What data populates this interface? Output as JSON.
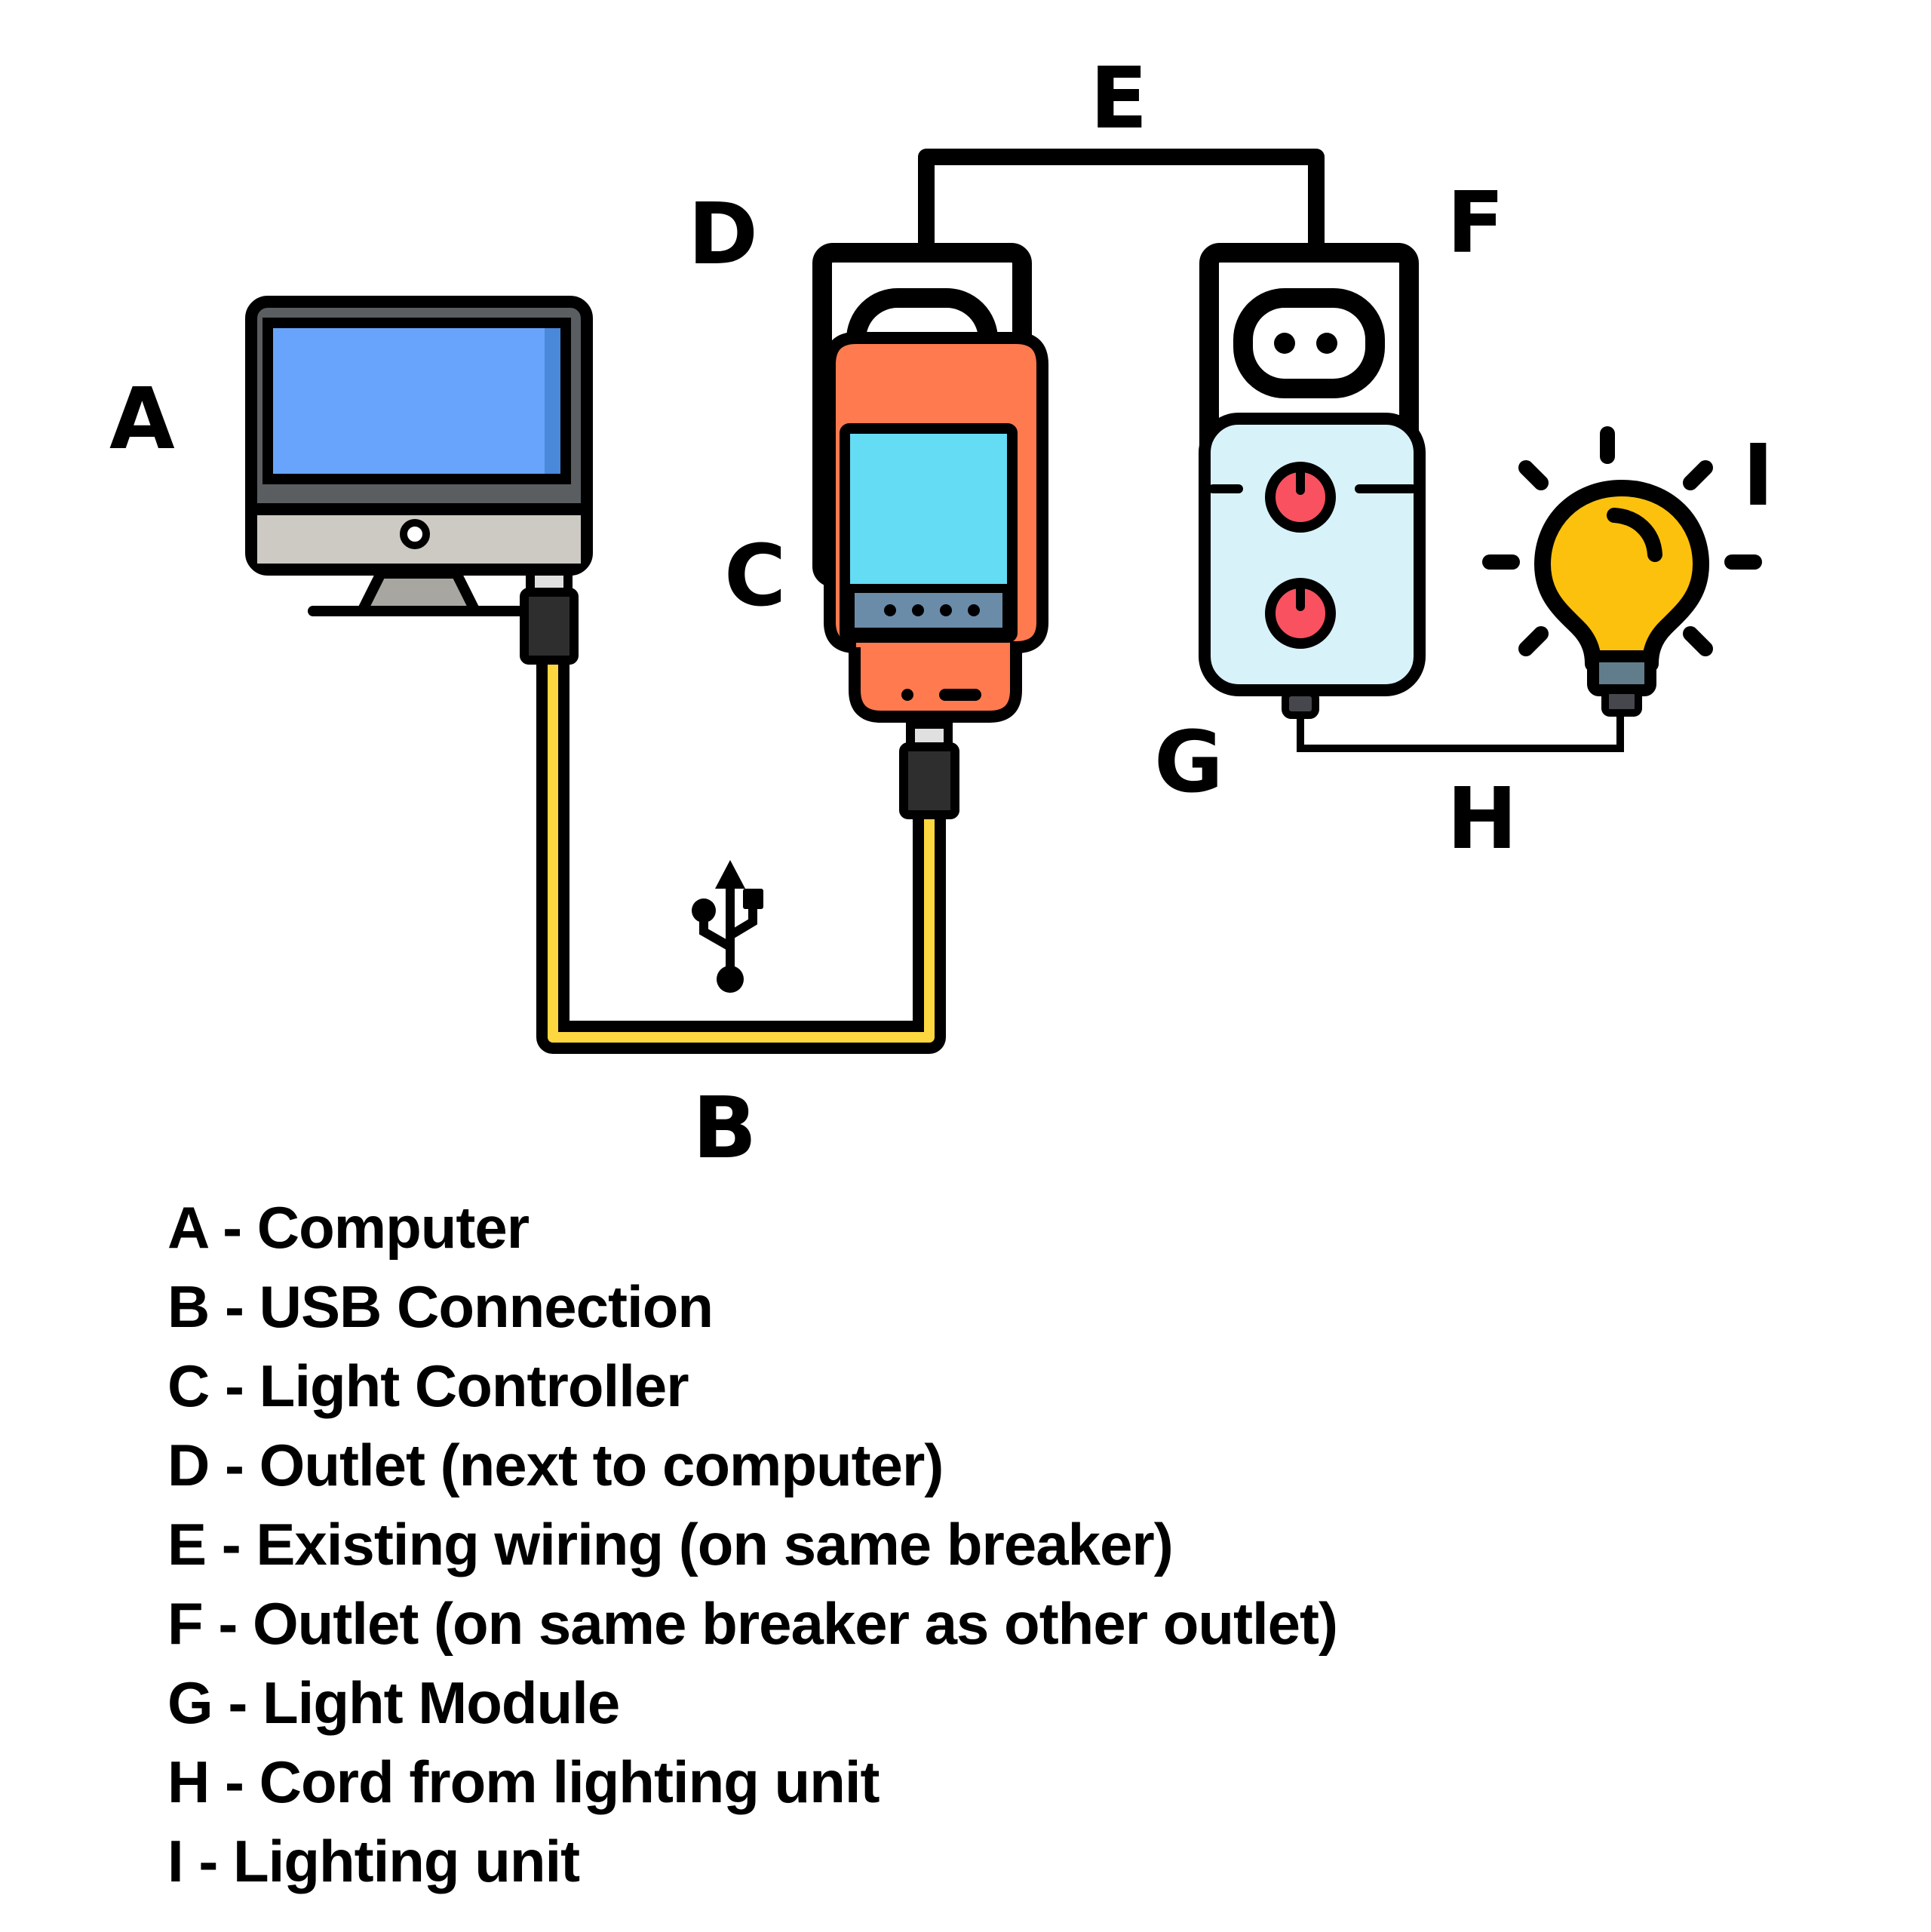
{
  "callouts": {
    "A": "A",
    "B": "B",
    "C": "C",
    "D": "D",
    "E": "E",
    "F": "F",
    "G": "G",
    "H": "H",
    "I": "I"
  },
  "legend": [
    {
      "key": "A",
      "sep": " - ",
      "text": "Computer"
    },
    {
      "key": "B",
      "sep": " - ",
      "text": "USB Connection"
    },
    {
      "key": "C",
      "sep": " - ",
      "text": "Light Controller"
    },
    {
      "key": "D",
      "sep": " - ",
      "text": "Outlet (next to computer)"
    },
    {
      "key": "E",
      "sep": " - ",
      "text": "Existing wiring (on same breaker)"
    },
    {
      "key": "F",
      "sep": " - ",
      "text": "Outlet (on same breaker as other outlet)"
    },
    {
      "key": "G",
      "sep": " - ",
      "text": "Light Module"
    },
    {
      "key": "H",
      "sep": " - ",
      "text": "Cord from lighting unit"
    },
    {
      "key": "I",
      "sep": " - ",
      "text": "Lighting unit"
    }
  ],
  "colors": {
    "outline": "#000000",
    "monitor_screen": "#68a4fc",
    "monitor_screen_shade": "#4a88d9",
    "monitor_bezel": "#5a5e60",
    "monitor_chin": "#cdcac3",
    "usb_cable": "#fcd73f",
    "controller_body": "#ff7a4f",
    "controller_screen": "#64dcf4",
    "controller_keypad": "#6a8ca8",
    "module_body": "#d8f2fa",
    "module_button": "#f9515f",
    "bulb_glass": "#fcc10c",
    "bulb_base": "#617d8b",
    "plug_dark": "#2e2e2e",
    "plug_tip": "#e0e0e0"
  }
}
